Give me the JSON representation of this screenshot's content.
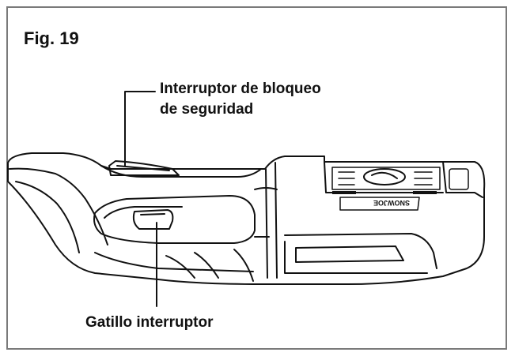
{
  "figure": {
    "label": "Fig. 19",
    "callouts": {
      "safety_lock_line1": "Interruptor de bloqueo",
      "safety_lock_line2": "de seguridad",
      "trigger": "Gatillo interruptor"
    },
    "brand_mark": "SNOWJOE"
  }
}
